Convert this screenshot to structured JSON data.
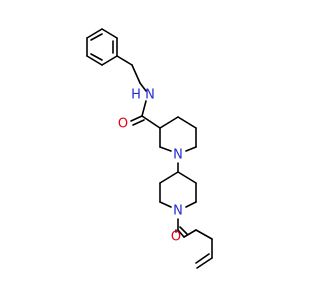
{
  "molecule": {
    "atoms": [
      {
        "symbol": "N",
        "color": "#1f2bd6"
      },
      {
        "symbol": "H",
        "color": "#1f2bd6"
      },
      {
        "symbol": "O",
        "color": "#e3000f"
      },
      {
        "symbol": "N",
        "color": "#1f2bd6"
      },
      {
        "symbol": "N",
        "color": "#1f2bd6"
      },
      {
        "symbol": "O",
        "color": "#e3000f"
      }
    ],
    "bond_color": "#000000"
  }
}
